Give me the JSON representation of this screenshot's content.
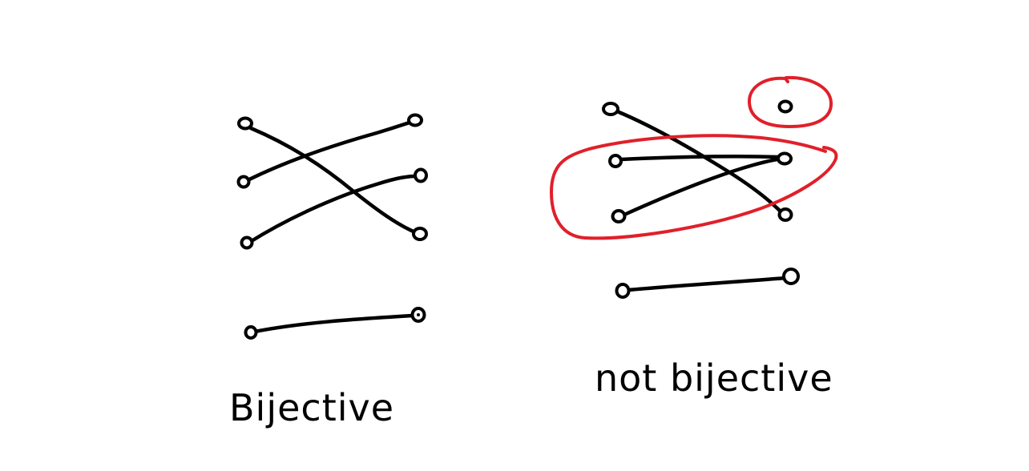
{
  "colors": {
    "ink": "#000000",
    "highlight": "#e0202a",
    "background": "#ffffff"
  },
  "left_diagram": {
    "caption": "Bijective",
    "edges": [
      {
        "from": "a1",
        "to": "b3"
      },
      {
        "from": "a2",
        "to": "b1"
      },
      {
        "from": "a3",
        "to": "b2"
      },
      {
        "from": "a4",
        "to": "b4"
      }
    ]
  },
  "right_diagram": {
    "caption": "not bijective",
    "edges": [
      {
        "from": "a1",
        "to": "b3"
      },
      {
        "from": "a2",
        "to": "b2"
      },
      {
        "from": "a3",
        "to": "b2"
      },
      {
        "from": "a4",
        "to": "b4"
      }
    ],
    "highlights": [
      "unmapped-target",
      "shared-target-pair"
    ]
  }
}
